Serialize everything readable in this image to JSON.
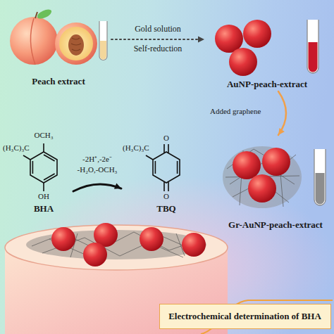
{
  "diagram": {
    "nodes": [
      {
        "text": [
          "Peach extract"
        ]
      },
      {
        "text": [
          "AuNP-peach-extract"
        ]
      },
      {
        "text": [
          "(H₃C)₃C",
          "OCH₃",
          "OH",
          "BHA"
        ]
      },
      {
        "text": [
          "(H₃C)₃C",
          "O",
          "O",
          "TBQ"
        ]
      },
      {
        "text": [
          "Gr-AuNP-peach-extract"
        ]
      },
      {
        "text": [
          "Electrochemical determination of BHA"
        ]
      }
    ],
    "edges": [
      {
        "from": 0,
        "to": 1,
        "arrow": "to"
      },
      {
        "from": 1,
        "to": 4,
        "arrow": "to"
      },
      {
        "from": 2,
        "to": 3,
        "arrow": "to"
      }
    ],
    "labels": [
      "Gold solution",
      "Self-reduction",
      "-2H⁺,-2e⁻",
      "-H₂O,-OCH₃",
      "Added graphene"
    ]
  }
}
